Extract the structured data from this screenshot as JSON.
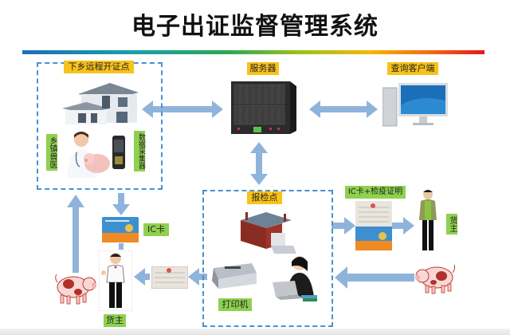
{
  "title": "电子出证监督管理系统",
  "nodes": {
    "remote_point": {
      "label": "下乡远程开证点",
      "vet_label": "乡镇兽医",
      "collector_label": "数据采集器"
    },
    "server": {
      "label": "服务器"
    },
    "client": {
      "label": "查询客户端"
    },
    "inspection_point": {
      "label": "报检点",
      "printer_label": "打印机"
    },
    "ic_cert": {
      "label": "IC卡+检疫证明"
    },
    "owner_right": {
      "label": "货主"
    },
    "ic_card": {
      "label": "IC卡"
    },
    "owner_left": {
      "label": "货主"
    }
  },
  "colors": {
    "arrow": "#8fb4dc",
    "dash": "#4a90d0",
    "tag_yellow": "#f7c21a",
    "tag_green": "#8fd14f"
  }
}
